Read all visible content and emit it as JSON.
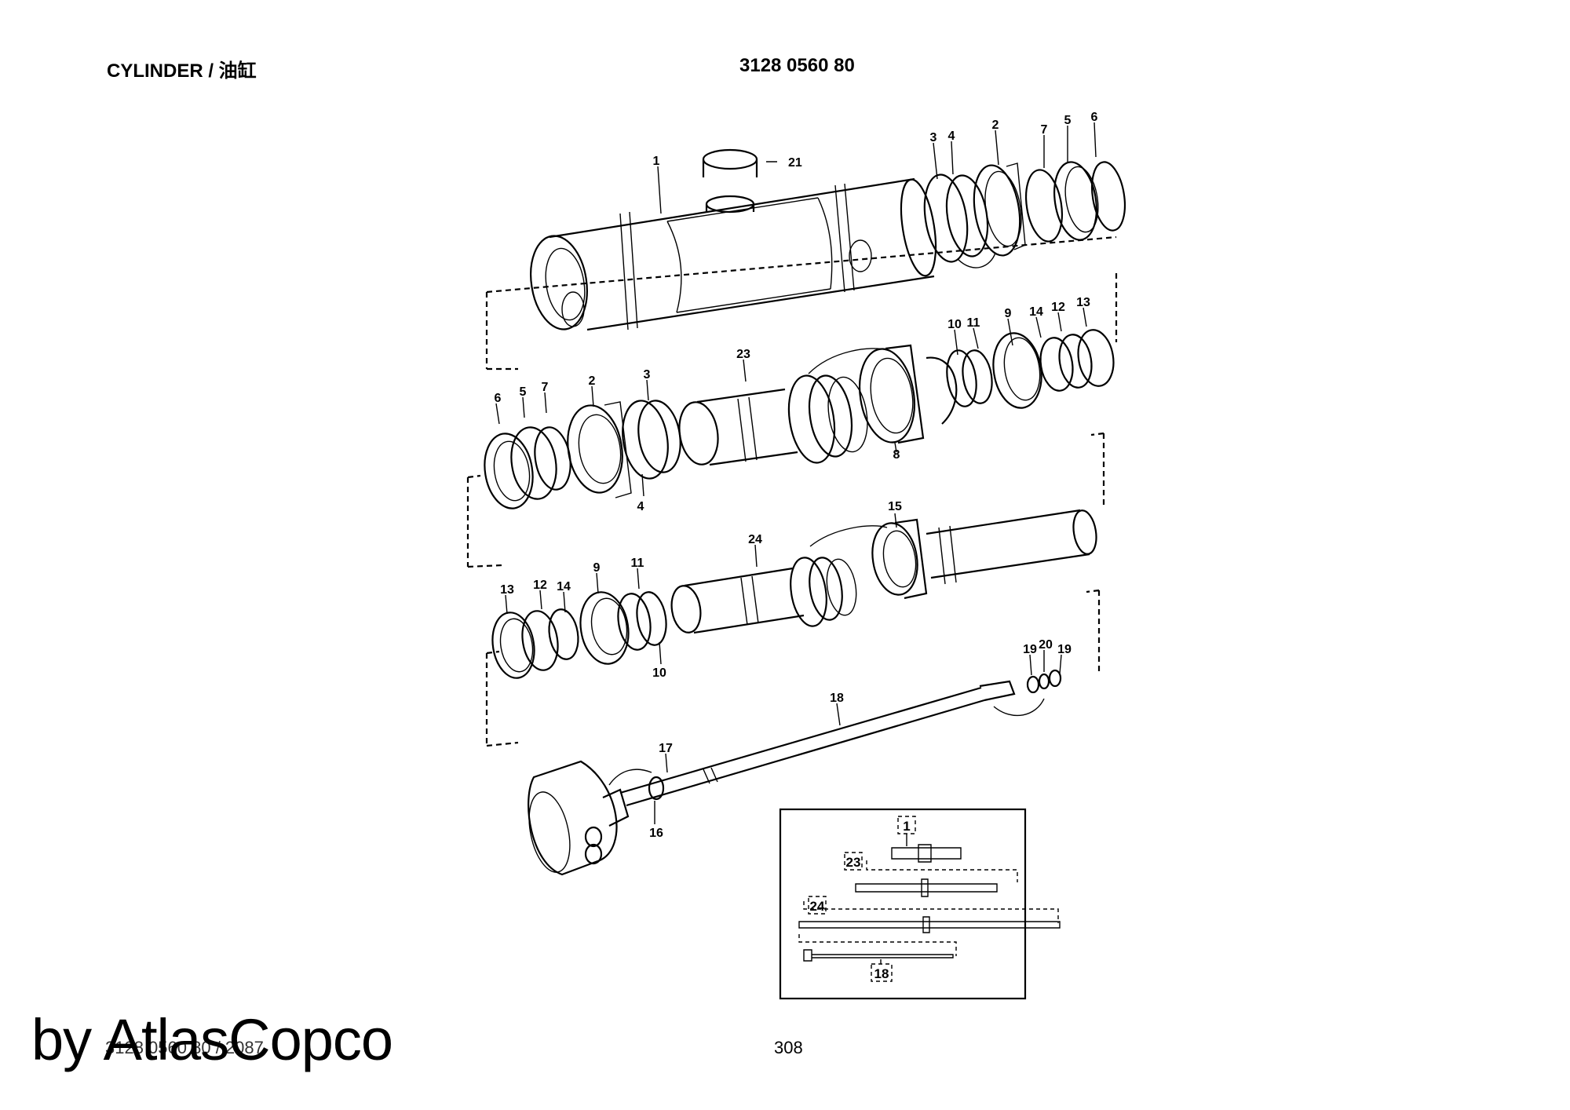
{
  "header": {
    "title": "CYLINDER / 油缸",
    "part_number": "3128 0560 80"
  },
  "footer": {
    "doc_ref": "3128 0560 80 / 2087",
    "page_number": "308",
    "watermark": "by AtlasCopco"
  },
  "callouts": {
    "c1": "1",
    "c2": "2",
    "c3": "3",
    "c4": "4",
    "c5": "5",
    "c6": "6",
    "c7": "7",
    "c8": "8",
    "c9": "9",
    "c10": "10",
    "c11": "11",
    "c12": "12",
    "c13": "13",
    "c14": "14",
    "c15": "15",
    "c16": "16",
    "c17": "17",
    "c18": "18",
    "c19": "19",
    "c20": "20",
    "c21": "21",
    "c23": "23",
    "c24": "24"
  },
  "key_diagram": {
    "labels": [
      "1",
      "23",
      "24",
      "18"
    ]
  }
}
